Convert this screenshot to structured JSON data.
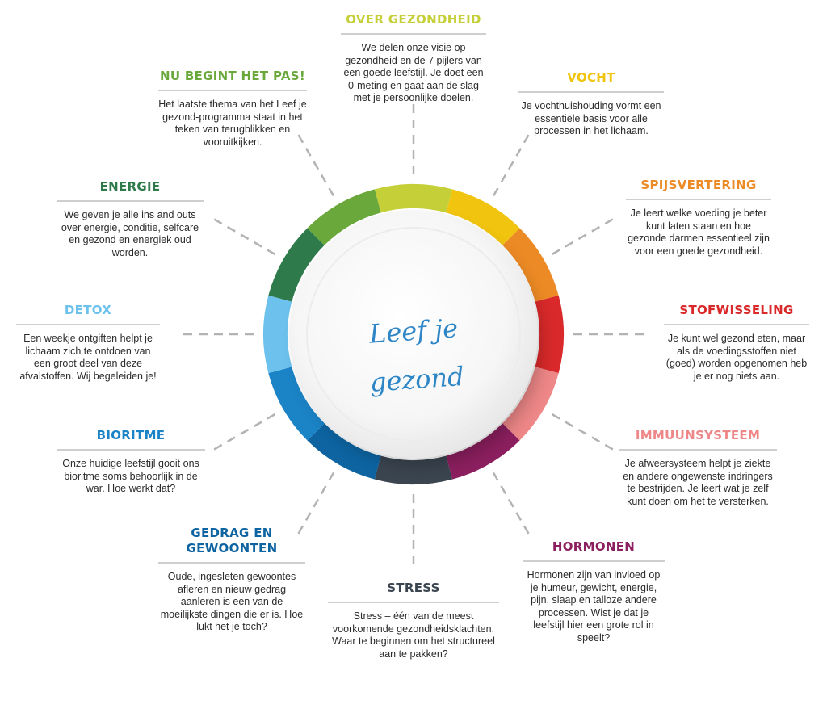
{
  "center_label": "Leef je gezond",
  "sections": [
    {
      "key": "over",
      "title": "OVER GEZONDHEID",
      "color": "#c5cf37",
      "text": "We delen onze visie op gezondheid en de 7 pijlers van een goede leefstijl. Je doet een 0-meting en gaat aan de slag met je persoonlijke doelen."
    },
    {
      "key": "vocht",
      "title": "VOCHT",
      "color": "#f1c40f",
      "text": "Je vochthuishouding vormt een essentiële basis voor alle processen in het lichaam."
    },
    {
      "key": "spijsvertering",
      "title": "SPIJSVERTERING",
      "color": "#ec8a25",
      "text": "Je leert welke voeding je beter kunt laten staan en hoe gezonde darmen essentieel zijn voor een goede gezondheid."
    },
    {
      "key": "stofwisseling",
      "title": "STOFWISSELING",
      "color": "#d9292b",
      "text": "Je kunt wel gezond eten, maar als de voedingsstoffen niet (goed) worden opgenomen heb je er nog niets aan."
    },
    {
      "key": "immuunsysteem",
      "title": "IMMUUNSYSTEEM",
      "color": "#ee8788",
      "text": "Je afweersysteem helpt je ziekte en andere ongewenste indringers te bestrijden. Je leert wat je zelf kunt doen om het te versterken."
    },
    {
      "key": "hormonen",
      "title": "HORMONEN",
      "color": "#8c1f5f",
      "text": "Hormonen zijn van invloed op je humeur, gewicht, energie, pijn, slaap en talloze andere processen. Wist je dat je leefstijl hier een grote rol in speelt?"
    },
    {
      "key": "stress",
      "title": "STRESS",
      "color": "#3b4550",
      "text": "Stress – één van de meest voorkomende gezondheidsklachten. Waar te beginnen om het structureel aan te pakken?"
    },
    {
      "key": "gedrag",
      "title": "GEDRAG EN GEWOONTEN",
      "color": "#0d64a1",
      "text": "Oude, ingesleten gewoontes afleren en nieuw gedrag aanleren is een van de moeilijkste dingen die er is. Hoe lukt het je toch?"
    },
    {
      "key": "bioritme",
      "title": "BIORITME",
      "color": "#1b84c7",
      "text": "Onze huidige leefstijl gooit ons bioritme soms behoorlijk in de war. Hoe werkt dat?"
    },
    {
      "key": "detox",
      "title": "DETOX",
      "color": "#6cc2ec",
      "text": "Een weekje ontgiften helpt je lichaam zich te ontdoen van een groot deel van deze afvalstoffen. Wij begeleiden je!"
    },
    {
      "key": "energie",
      "title": "ENERGIE",
      "color": "#2e7a4b",
      "text": "We geven je alle ins and outs over energie, conditie, selfcare en gezond en energiek oud worden."
    },
    {
      "key": "nu",
      "title": "NU BEGINT HET PAS!",
      "color": "#6aa83c",
      "text": "Het laatste thema van het Leef je gezond-programma staat in het teken van terugblikken en vooruitkijken."
    }
  ]
}
